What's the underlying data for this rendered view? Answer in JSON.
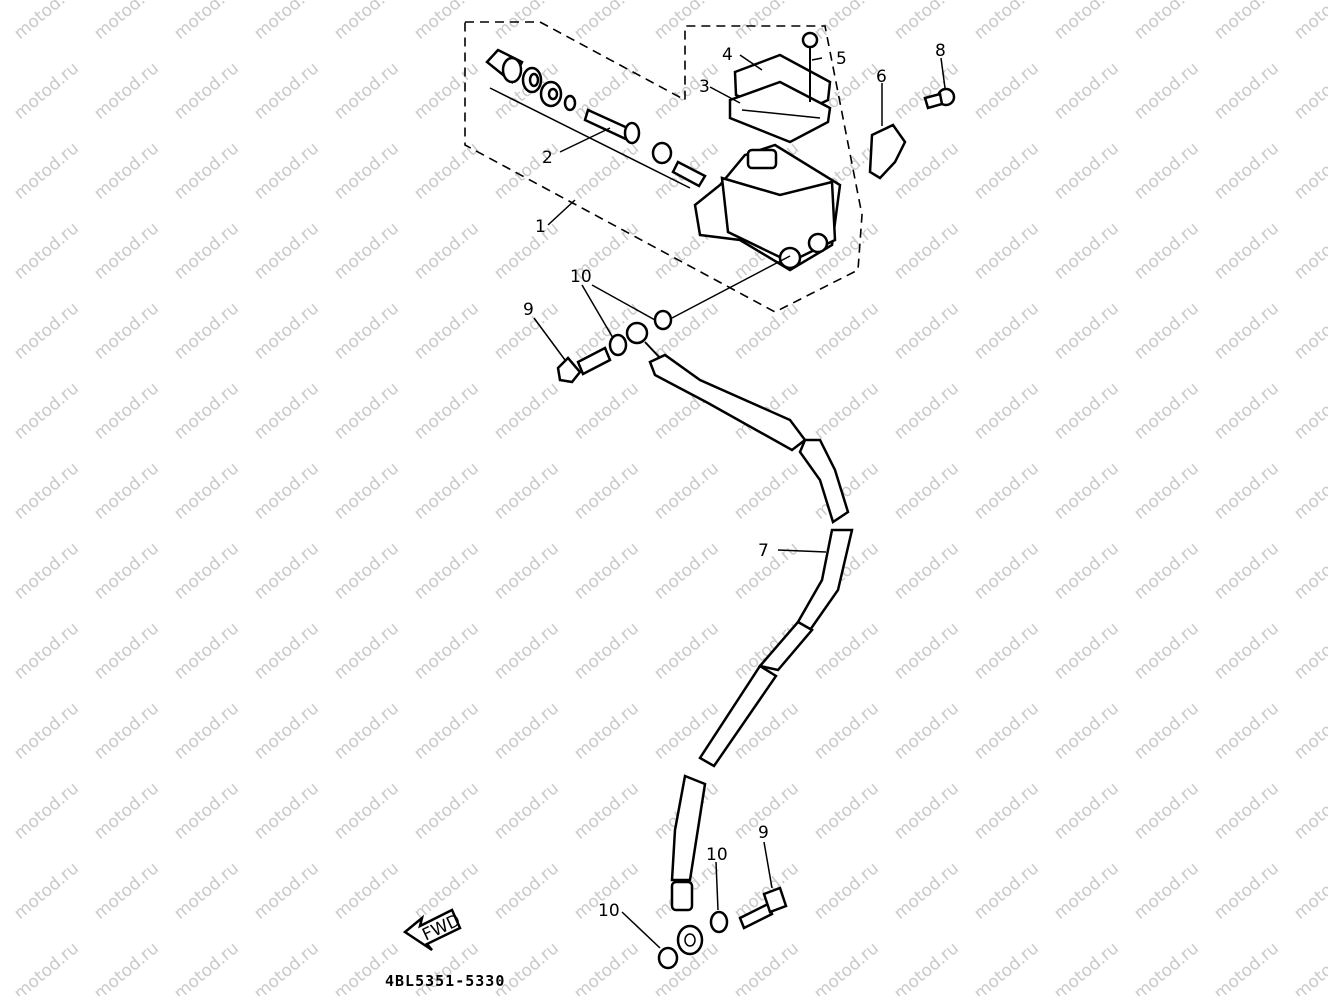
{
  "watermark": "motod.ru",
  "diagram": {
    "drawing_code": "4BL5351-5330",
    "fwd_label": "FWD",
    "callouts": [
      {
        "id": "callout-1",
        "text": "1"
      },
      {
        "id": "callout-2",
        "text": "2"
      },
      {
        "id": "callout-3",
        "text": "3"
      },
      {
        "id": "callout-4",
        "text": "4"
      },
      {
        "id": "callout-5",
        "text": "5"
      },
      {
        "id": "callout-6",
        "text": "6"
      },
      {
        "id": "callout-7",
        "text": "7"
      },
      {
        "id": "callout-8",
        "text": "8"
      },
      {
        "id": "callout-9-top",
        "text": "9"
      },
      {
        "id": "callout-10-top",
        "text": "10"
      },
      {
        "id": "callout-10-mid",
        "text": "10"
      },
      {
        "id": "callout-9-bottom",
        "text": "9"
      },
      {
        "id": "callout-10-bottom",
        "text": "10"
      }
    ]
  }
}
